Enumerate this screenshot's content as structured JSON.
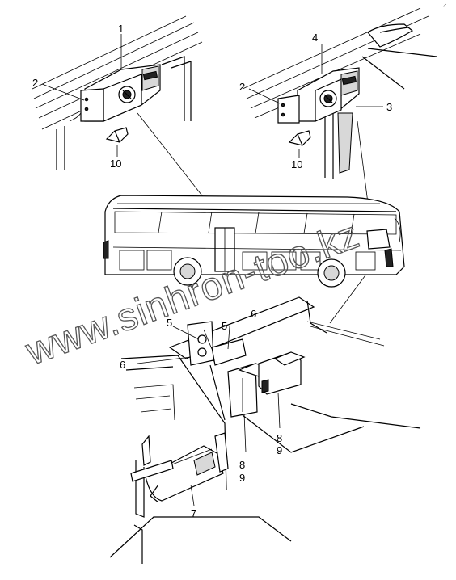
{
  "labels": {
    "l1": "1",
    "l2a": "2",
    "l10a": "10",
    "l4": "4",
    "l2b": "2",
    "l3": "3",
    "l10b": "10",
    "l5a": "5",
    "l5b": "5",
    "l6a": "6",
    "l6b": "6",
    "l8a": "8",
    "l9a": "9",
    "l8b": "8",
    "l9b": "9",
    "l7": "7"
  },
  "watermark": "www.sinhron-too.kz",
  "corner_mark": "ᐟ"
}
